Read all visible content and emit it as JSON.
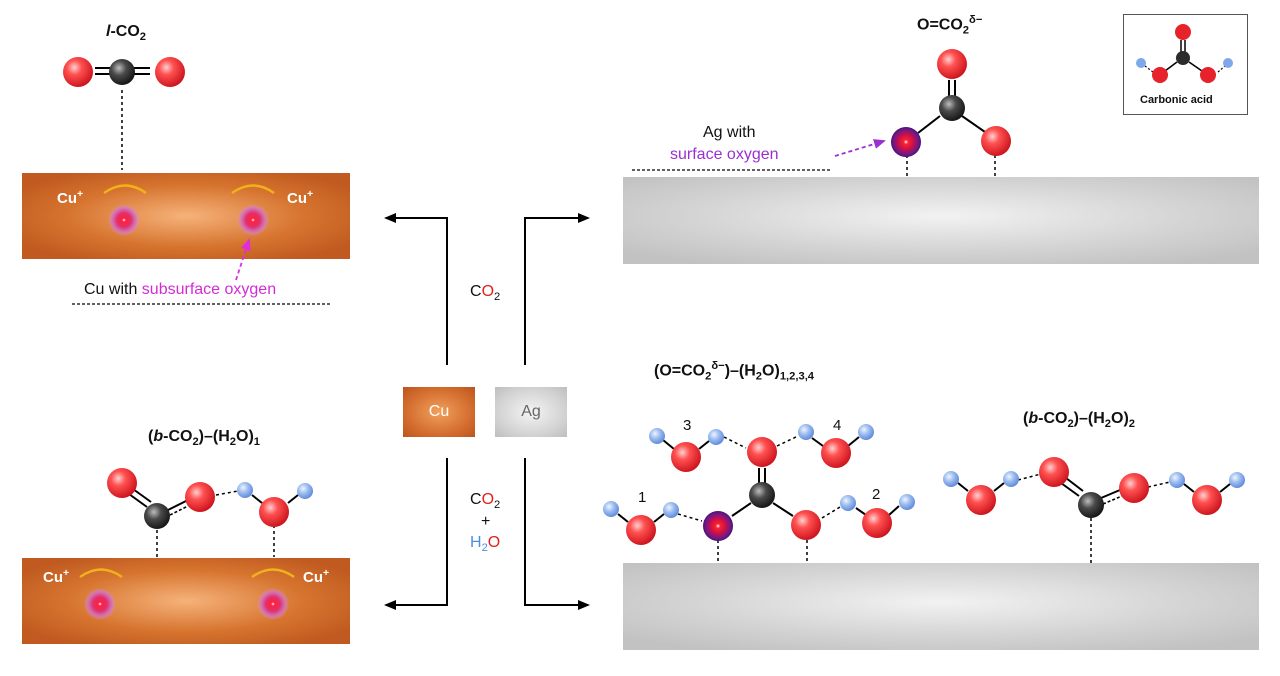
{
  "panels": {
    "cu_top": {
      "title_italic": "l",
      "title_rest": "-CO",
      "title_sub": "2",
      "cu_label": "Cu",
      "cu_sup": "+",
      "desc_prefix": "Cu with ",
      "desc_highlight": "subsurface oxygen"
    },
    "ag_top": {
      "title_main": "O=CO",
      "title_sub": "2",
      "title_sup": "δ−",
      "desc_line1": "Ag with",
      "desc_line2": "surface oxygen"
    },
    "cu_bottom": {
      "title_open": "(",
      "title_b": "b",
      "title_mid": "-CO",
      "title_sub1": "2",
      "title_mid2": ")–(H",
      "title_sub2": "2",
      "title_mid3": "O)",
      "title_sub3": "1",
      "cu_label": "Cu",
      "cu_sup": "+"
    },
    "ag_bottom": {
      "title_main": "(O=CO",
      "title_sub": "2",
      "title_sup": "δ−",
      "title_rest": ")–(H",
      "title_sub2": "2",
      "title_rest2": "O)",
      "title_sub3": "1,2,3,4",
      "numbers": [
        "1",
        "2",
        "3",
        "4"
      ]
    },
    "ag_bottom_right": {
      "title_open": "(",
      "title_b": "b",
      "title_mid": "-CO",
      "title_sub1": "2",
      "title_mid2": ")–(H",
      "title_sub2": "2",
      "title_mid3": "O)",
      "title_sub3": "2"
    }
  },
  "center": {
    "cu_button": "Cu",
    "ag_button": "Ag",
    "co2_c": "C",
    "co2_o": "O",
    "co2_sub": "2",
    "plus": "+",
    "h2o_h": "H",
    "h2o_sub": "2",
    "h2o_o": "O"
  },
  "inset": {
    "label": "Carbonic acid"
  },
  "colors": {
    "oxygen": "#e8222a",
    "carbon": "#2b2b2b",
    "hydrogen": "#7fa8e8",
    "copper": "#d0682a",
    "silver": "#c8c8c8",
    "surface_oxygen": "#7a1f8c",
    "cu_plus_arc": "#f0b21a",
    "magenta_arrow": "#e02be0",
    "purple_arrow": "#9b30d0"
  }
}
